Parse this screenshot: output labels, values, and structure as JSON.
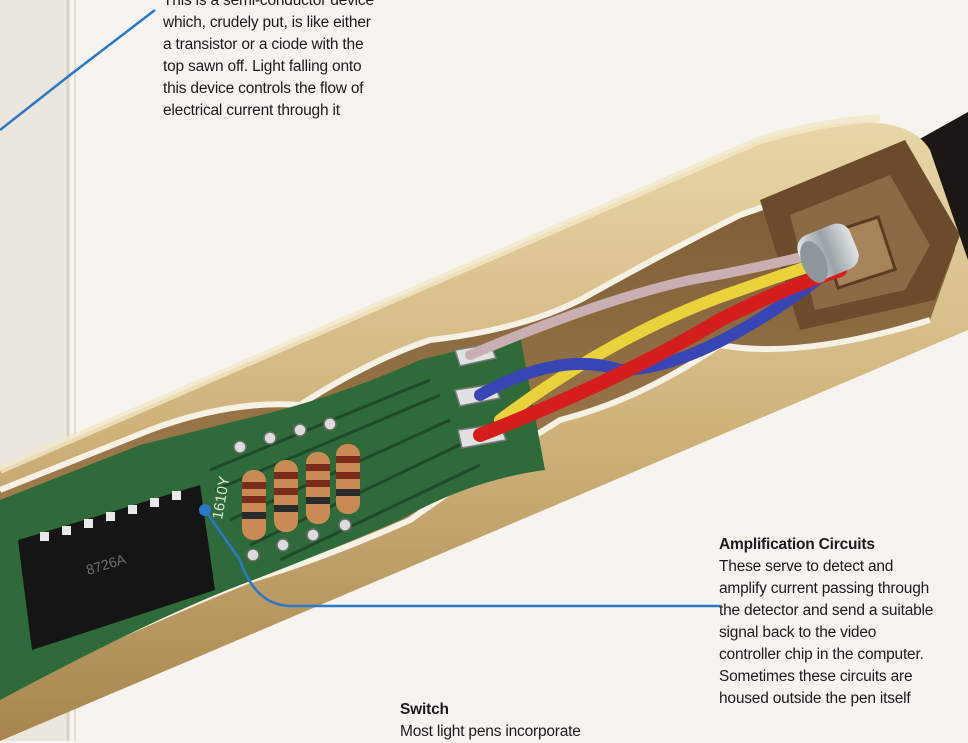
{
  "detector": {
    "lines": [
      "This is a semi-conductor device",
      "which, crudely put, is like either",
      "a transistor or a ciode with the",
      "top sawn off. Light falling onto",
      "this device controls the flow of",
      "electrical current through it"
    ]
  },
  "amplification": {
    "heading": "Amplification Circuits",
    "lines": [
      "These serve to detect and",
      "amplify current passing through",
      "the detector and send a suitable",
      "signal back to the video",
      "controller chip in the computer.",
      "Sometimes these circuits are",
      "housed outside the pen itself"
    ]
  },
  "switch": {
    "heading": "Switch",
    "lines": [
      "Most light pens incorporate"
    ]
  },
  "chip": {
    "markings": "8726A"
  },
  "board": {
    "markings": "1610Y"
  },
  "colors": {
    "pen_body": "#d8bf8c",
    "pcb": "#2f6a3a",
    "callout_line": "#2b78c8",
    "wire_red": "#d61d1d",
    "wire_yellow": "#e9d23a",
    "wire_blue": "#3845b5"
  }
}
